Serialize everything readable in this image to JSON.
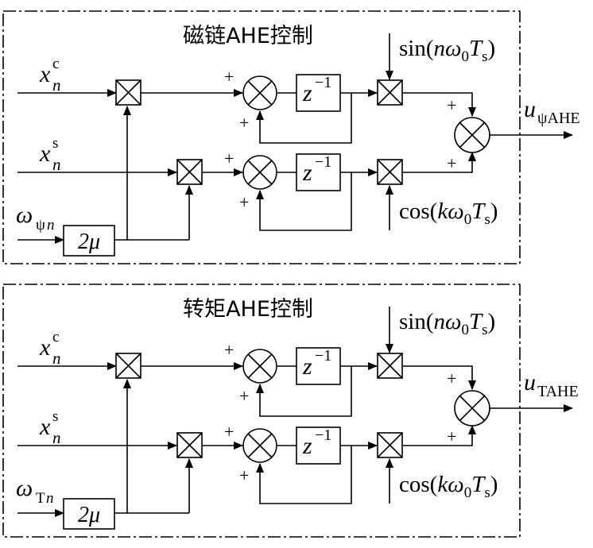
{
  "panels": [
    {
      "title": "磁链AHE控制",
      "input_c": {
        "base": "x",
        "sup": "c",
        "sub": "n"
      },
      "input_s": {
        "base": "x",
        "sup": "s",
        "sub": "n"
      },
      "input_w": {
        "base": "ω",
        "sub_upright": "ψ",
        "sub_italic": "n"
      },
      "gain_block": "2μ",
      "delay_block": {
        "base": "z",
        "sup": "−1"
      },
      "sin_label": {
        "pre": "sin(",
        "mid": "nω",
        "zero": "0",
        "T": "T",
        "s": "s",
        "post": ")"
      },
      "cos_label": {
        "pre": "cos(",
        "mid": "kω",
        "zero": "0",
        "T": "T",
        "s": "s",
        "post": ")"
      },
      "output": {
        "base": "u",
        "sub": "ψAHE"
      },
      "plus_sign": "+"
    },
    {
      "title": "转矩AHE控制",
      "input_c": {
        "base": "x",
        "sup": "c",
        "sub": "n"
      },
      "input_s": {
        "base": "x",
        "sup": "s",
        "sub": "n"
      },
      "input_w": {
        "base": "ω",
        "sub_upright": "T",
        "sub_italic": "n"
      },
      "gain_block": "2μ",
      "delay_block": {
        "base": "z",
        "sup": "−1"
      },
      "sin_label": {
        "pre": "sin(",
        "mid": "nω",
        "zero": "0",
        "T": "T",
        "s": "s",
        "post": ")"
      },
      "cos_label": {
        "pre": "cos(",
        "mid": "kω",
        "zero": "0",
        "T": "T",
        "s": "s",
        "post": ")"
      },
      "output": {
        "base": "u",
        "sub": "TAHE"
      },
      "plus_sign": "+"
    }
  ]
}
